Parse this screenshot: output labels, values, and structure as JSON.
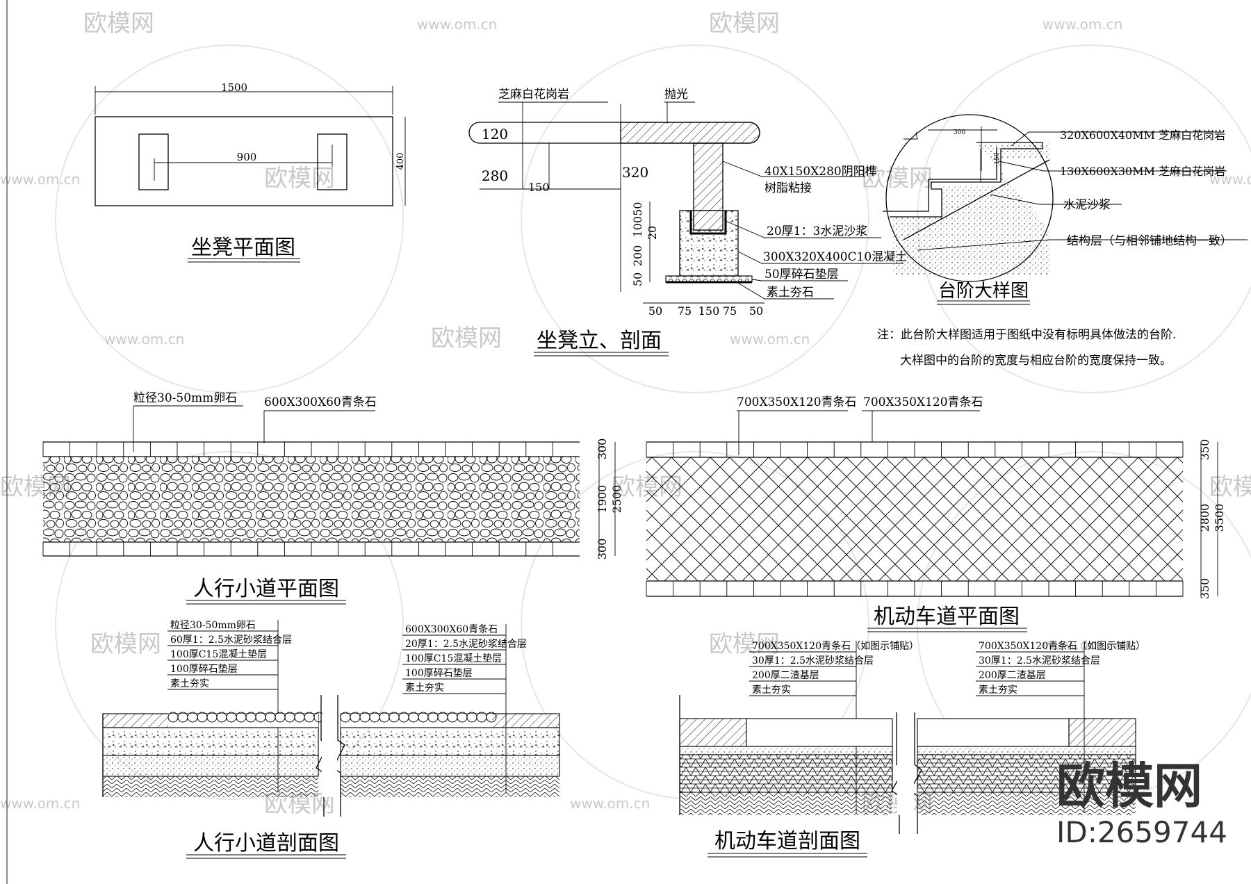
{
  "watermark": {
    "url": "www.om.cn",
    "brand": "欧模网"
  },
  "brand_box": {
    "logo": "欧模网",
    "id": "ID:2659744"
  },
  "bench_plan": {
    "title": "坐凳平面图",
    "dim_length": "1500",
    "dim_inner": "900",
    "dim_width": "400"
  },
  "bench_section": {
    "title": "坐凳立、剖面",
    "label_granite": "芝麻白花岗岩",
    "label_polish": "抛光",
    "d120": "120",
    "d280": "280",
    "d150": "150",
    "d320": "320",
    "tenon_1": "40X150X280阴阳榫",
    "tenon_2": "树脂粘接",
    "mortar": "20厚1：3水泥沙浆",
    "concrete": "300X320X400C10混凝土",
    "gravel": "50厚碎石垫层",
    "soil": "素土夯石",
    "v_dims": [
      "10050",
      "20",
      "200",
      "50"
    ],
    "h_dims": [
      "50",
      "75",
      "150",
      "75",
      "50"
    ]
  },
  "step_detail": {
    "title": "台阶大样图",
    "label_1": "320X600X40MM 芝麻白花岗岩",
    "label_2": "130X600X30MM 芝麻白花岗岩",
    "label_3": "水泥沙浆",
    "label_4": "结构层（与相邻铺地结构一致）",
    "dim_top": "300",
    "dim_side": "150"
  },
  "note": {
    "line1": "注：此台阶大样图适用于图纸中没有标明具体做法的台阶.",
    "line2": "大样图中的台阶的宽度与相应台阶的宽度保持一致。"
  },
  "footpath_plan": {
    "title": "人行小道平面图",
    "label_pebble": "粒径30-50mm卵石",
    "label_stone": "600X300X60青条石",
    "dims": [
      "300",
      "1900",
      "2500",
      "300"
    ]
  },
  "driveway_plan": {
    "title": "机动车道平面图",
    "label_1": "700X350X120青条石",
    "label_2": "700X350X120青条石",
    "dims": [
      "350",
      "2800",
      "3500",
      "350"
    ]
  },
  "footpath_section": {
    "title": "人行小道剖面图",
    "left_layers": [
      "粒径30-50mm卵石",
      "60厚1：2.5水泥砂浆结合层",
      "100厚C15混凝土垫层",
      "100厚碎石垫层",
      "素土夯实"
    ],
    "right_layers": [
      "600X300X60青条石",
      "20厚1：2.5水泥砂浆结合层",
      "100厚C15混凝土垫层",
      "100厚碎石垫层",
      "素土夯实"
    ]
  },
  "driveway_section": {
    "title": "机动车道剖面图",
    "left_layers": [
      "700X350X120青条石（如图示铺贴）",
      "30厚1：2.5水泥砂浆结合层",
      "200厚二渣基层",
      "素土夯实"
    ],
    "right_layers": [
      "700X350X120青条石（如图示铺贴）",
      "30厚1：2.5水泥砂浆结合层",
      "200厚二渣基层",
      "素土夯实"
    ]
  }
}
